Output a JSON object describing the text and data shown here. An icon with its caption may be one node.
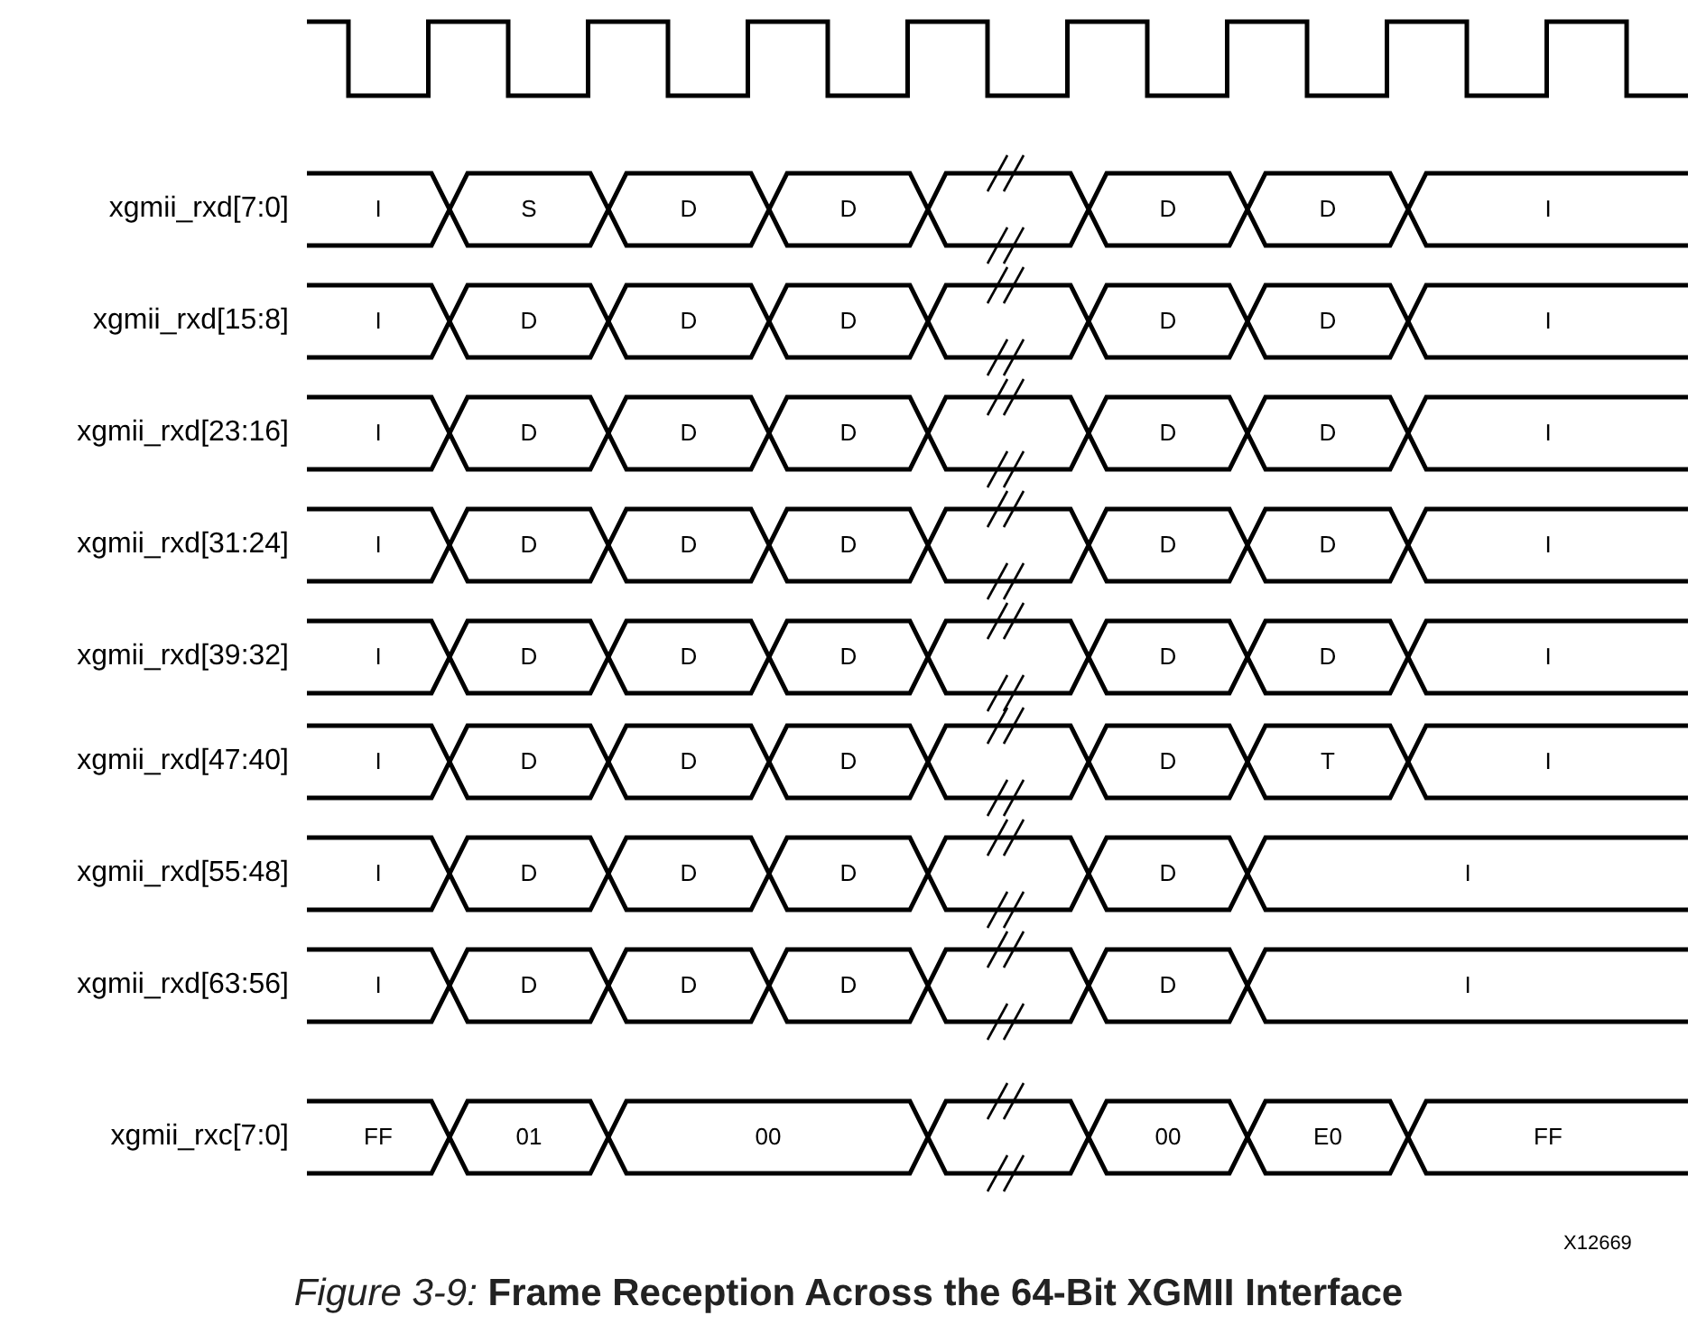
{
  "diagram": {
    "caption": "*Figure 3-9:* **Frame Reception Across the 64-Bit XGMII Interface**",
    "nodes": [
      {
        "text": [
          "I"
        ]
      },
      {
        "text": [
          "S"
        ]
      },
      {
        "text": [
          "D"
        ]
      },
      {
        "text": [
          "D"
        ]
      },
      {
        "text": [],
        "shape": "hexagon"
      },
      {
        "text": [
          "D"
        ]
      },
      {
        "text": [
          "D"
        ]
      },
      {
        "text": [
          "I"
        ]
      },
      {
        "text": [
          "I"
        ]
      },
      {
        "text": [
          "D"
        ]
      },
      {
        "text": [
          "D"
        ]
      },
      {
        "text": [
          "D"
        ]
      },
      {
        "text": [],
        "shape": "hexagon"
      },
      {
        "text": [
          "D"
        ]
      },
      {
        "text": [
          "D"
        ]
      },
      {
        "text": [
          "I"
        ]
      },
      {
        "text": [
          "I"
        ]
      },
      {
        "text": [
          "D"
        ]
      },
      {
        "text": [
          "D"
        ]
      },
      {
        "text": [
          "D"
        ]
      },
      {
        "text": [],
        "shape": "hexagon"
      },
      {
        "text": [
          "D"
        ]
      },
      {
        "text": [
          "D"
        ]
      },
      {
        "text": [
          "I"
        ]
      },
      {
        "text": [
          "I"
        ]
      },
      {
        "text": [
          "D"
        ]
      },
      {
        "text": [
          "D"
        ]
      },
      {
        "text": [
          "D"
        ]
      },
      {
        "text": [],
        "shape": "hexagon"
      },
      {
        "text": [
          "D"
        ]
      },
      {
        "text": [
          "D"
        ]
      },
      {
        "text": [
          "I"
        ]
      },
      {
        "text": [
          "I"
        ]
      },
      {
        "text": [
          "D"
        ]
      },
      {
        "text": [
          "D"
        ]
      },
      {
        "text": [
          "D"
        ]
      },
      {
        "text": [],
        "shape": "hexagon"
      },
      {
        "text": [
          "D"
        ]
      },
      {
        "text": [
          "D"
        ]
      },
      {
        "text": [
          "I"
        ]
      },
      {
        "text": [
          "I"
        ]
      },
      {
        "text": [
          "D"
        ]
      },
      {
        "text": [
          "D"
        ]
      },
      {
        "text": [
          "D"
        ]
      },
      {
        "text": [],
        "shape": "hexagon"
      },
      {
        "text": [
          "D"
        ]
      },
      {
        "text": [
          "T"
        ]
      },
      {
        "text": [
          "I"
        ]
      },
      {
        "text": [
          "I"
        ]
      },
      {
        "text": [
          "D"
        ]
      },
      {
        "text": [
          "D"
        ]
      },
      {
        "text": [
          "D"
        ]
      },
      {
        "text": [],
        "shape": "hexagon"
      },
      {
        "text": [
          "D"
        ]
      },
      {
        "text": [
          "I"
        ]
      },
      {
        "text": [
          "I"
        ]
      },
      {
        "text": [
          "D"
        ]
      },
      {
        "text": [
          "D"
        ]
      },
      {
        "text": [
          "D"
        ]
      },
      {
        "text": [],
        "shape": "hexagon"
      },
      {
        "text": [
          "D"
        ]
      },
      {
        "text": [
          "I"
        ]
      },
      {
        "text": [
          "FF"
        ]
      },
      {
        "text": [
          "01"
        ]
      },
      {
        "text": [
          "00"
        ]
      },
      {
        "text": [],
        "shape": "hexagon"
      },
      {
        "text": [
          "00"
        ]
      },
      {
        "text": [
          "E0"
        ]
      },
      {
        "text": [
          "FF"
        ]
      }
    ],
    "labels": [
      "xgmii_rxd[7:0]",
      "xgmii_rxd[15:8]",
      "xgmii_rxd[23:16]",
      "xgmii_rxd[31:24]",
      "xgmii_rxd[39:32]",
      "xgmii_rxd[47:40]",
      "xgmii_rxd[55:48]",
      "xgmii_rxd[63:56]",
      "xgmii_rxc[7:0]",
      "X12669"
    ]
  }
}
